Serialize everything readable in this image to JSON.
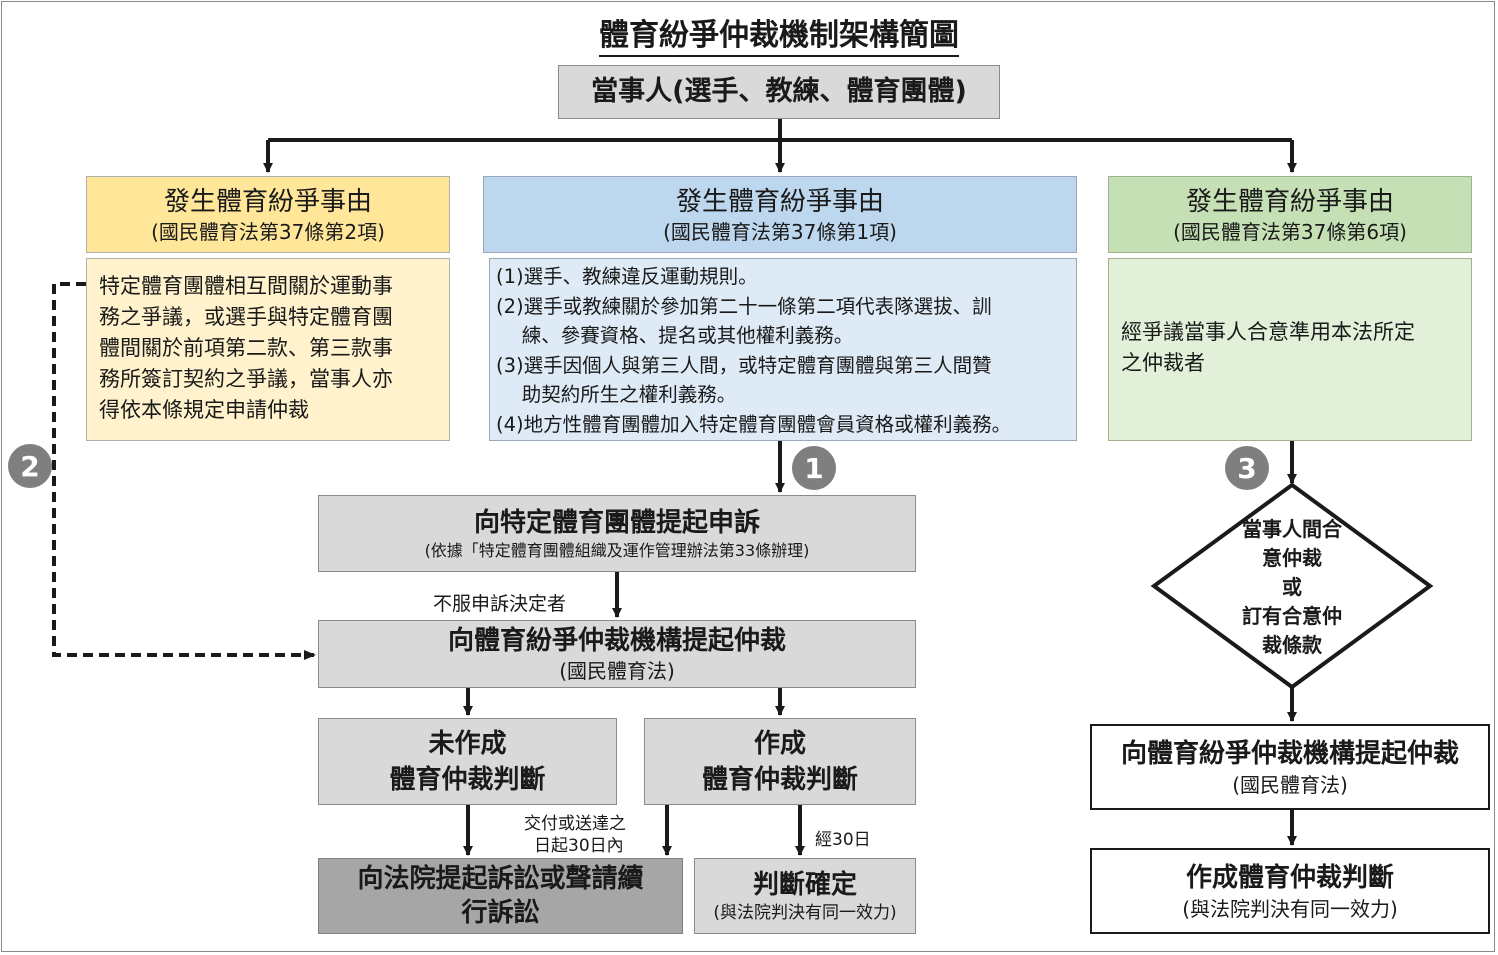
{
  "title": "體育紛爭仲裁機制架構簡圖",
  "party": "當事人(選手、教練、體育團體)",
  "left": {
    "heading": "發生體育紛爭事由",
    "law": "(國民體育法第37條第2項)",
    "lines": [
      "特定體育團體相互間關於運動事",
      "務之爭議，或選手與特定體育團",
      "體間關於前項第二款、第三款事",
      "務所簽訂契約之爭議，當事人亦",
      "得依本條規定申請仲裁"
    ]
  },
  "middle": {
    "heading": "發生體育紛爭事由",
    "law": "(國民體育法第37條第1項)",
    "lines": [
      "(1)選手、教練違反運動規則。",
      "(2)選手或教練關於參加第二十一條第二項代表隊選拔、訓",
      "　 練、參賽資格、提名或其他權利義務。",
      "(3)選手因個人與第三人間，或特定體育團體與第三人間贊",
      "　 助契約所生之權利義務。",
      "(4)地方性體育團體加入特定體育團體會員資格或權利義務。"
    ]
  },
  "right": {
    "heading": "發生體育紛爭事由",
    "law": "(國民體育法第37條第6項)",
    "lines": [
      "經爭議當事人合意準用本法所定",
      "之仲裁者"
    ]
  },
  "markers": {
    "one": "1",
    "two": "2",
    "three": "3"
  },
  "appeal": {
    "title": "向特定體育團體提起申訴",
    "note": "(依據「特定體育團體組織及運作管理辦法第33條辦理)"
  },
  "label_dissatisfied": "不服申訴決定者",
  "arb_center": {
    "title": "向體育紛爭仲裁機構提起仲裁",
    "law": "(國民體育法)"
  },
  "not_made": {
    "line1": "未作成",
    "line2": "體育仲裁判斷"
  },
  "made": {
    "line1": "作成",
    "line2": "體育仲裁判斷"
  },
  "label_30days_deliver": {
    "line1": "交付或送達之",
    "line2": "日起30日內"
  },
  "label_30days": "經30日",
  "court": {
    "line1": "向法院提起訴訟或聲請續",
    "line2": "行訴訟"
  },
  "final": {
    "title": "判斷確定",
    "note": "(與法院判決有同一效力)"
  },
  "diamond": {
    "lines": [
      "當事人間合",
      "意仲裁",
      "或",
      "訂有合意仲",
      "裁條款"
    ]
  },
  "arb_right": {
    "title": "向體育紛爭仲裁機構提起仲裁",
    "law": "(國民體育法)"
  },
  "award_right": {
    "title": "作成體育仲裁判斷",
    "note": "(與法院判決有同一效力)"
  }
}
